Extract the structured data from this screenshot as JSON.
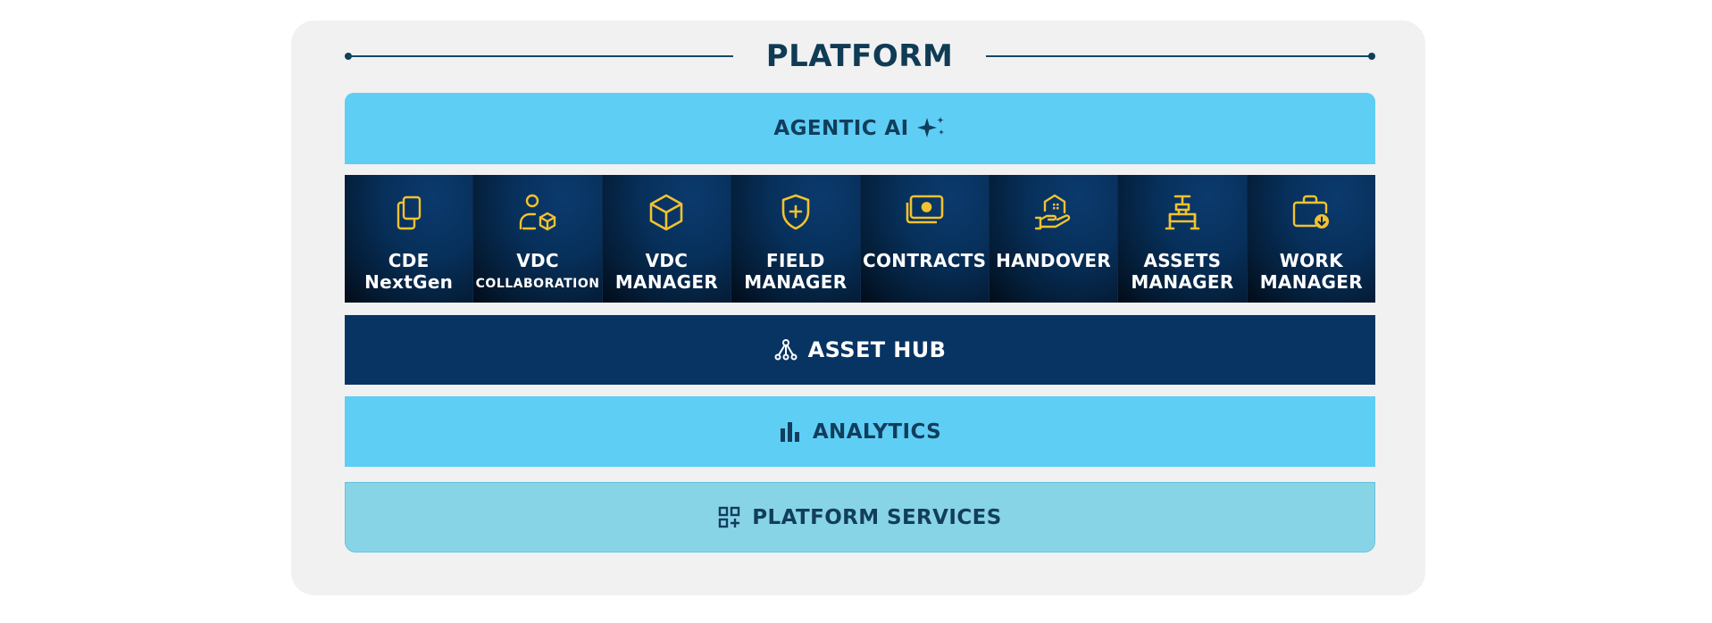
{
  "title": "PLATFORM",
  "colors": {
    "card_bg": "#f1f1f1",
    "light_blue": "#5ecef5",
    "navy": "#073463",
    "pale_blue": "#88d4e7",
    "icon_yellow": "#f2c230",
    "title_text": "#0f3b55"
  },
  "agentic_ai": {
    "label": "AGENTIC AI",
    "icon": "sparkles-icon"
  },
  "modules": [
    {
      "line1": "CDE",
      "line2": "NextGen",
      "icon": "copy-icon"
    },
    {
      "line1": "VDC",
      "line2": "COLLABORATION",
      "icon": "user-cube-icon"
    },
    {
      "line1": "VDC",
      "line2": "MANAGER",
      "icon": "cube-icon"
    },
    {
      "line1": "FIELD",
      "line2": "MANAGER",
      "icon": "shield-plus-icon"
    },
    {
      "line1": "CONTRACTS",
      "line2": "",
      "icon": "money-icon"
    },
    {
      "line1": "HANDOVER",
      "line2": "",
      "icon": "house-hand-icon"
    },
    {
      "line1": "ASSETS",
      "line2": "MANAGER",
      "icon": "valve-icon"
    },
    {
      "line1": "WORK",
      "line2": "MANAGER",
      "icon": "briefcase-download-icon"
    }
  ],
  "asset_hub": {
    "label": "ASSET HUB",
    "icon": "network-icon"
  },
  "analytics": {
    "label": "ANALYTICS",
    "icon": "bar-chart-icon"
  },
  "platform_services": {
    "label": "PLATFORM SERVICES",
    "icon": "grid-plus-icon"
  }
}
